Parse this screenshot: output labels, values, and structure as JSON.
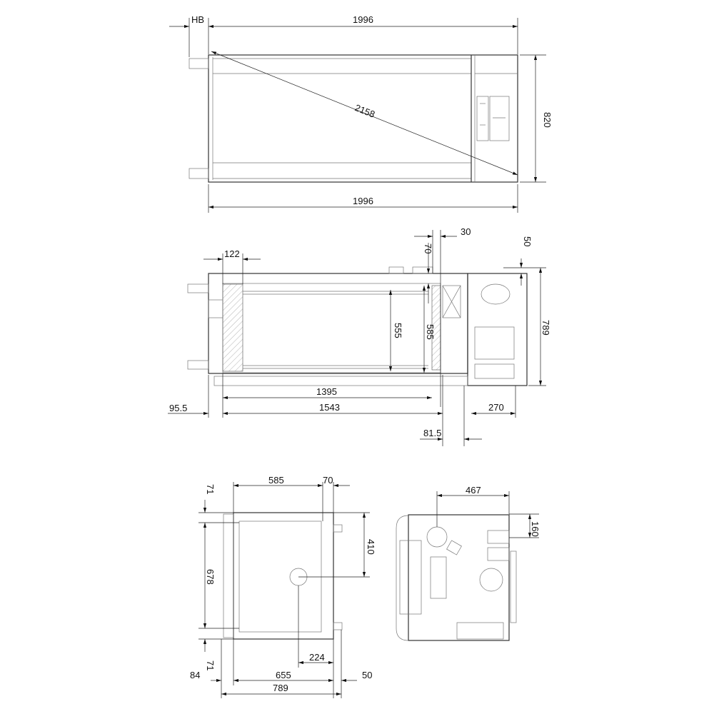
{
  "top_view": {
    "hb": "HB",
    "length_top": "1996",
    "diagonal": "2158",
    "height": "820",
    "length_bottom": "1996"
  },
  "side_view": {
    "d122": "122",
    "d30": "30",
    "d70": "70",
    "d50": "50",
    "d555": "555",
    "d585": "585",
    "d789": "789",
    "d1395": "1395",
    "d95_5": "95.5",
    "d1543": "1543",
    "d270": "270",
    "d81_5": "81.5"
  },
  "end_view": {
    "d585": "585",
    "d70": "70",
    "d71_top": "71",
    "d678": "678",
    "d71_bottom": "71",
    "d410": "410",
    "d224": "224",
    "d84": "84",
    "d655": "655",
    "d50": "50",
    "d789": "789"
  },
  "section_view": {
    "d467": "467",
    "d160": "160"
  }
}
